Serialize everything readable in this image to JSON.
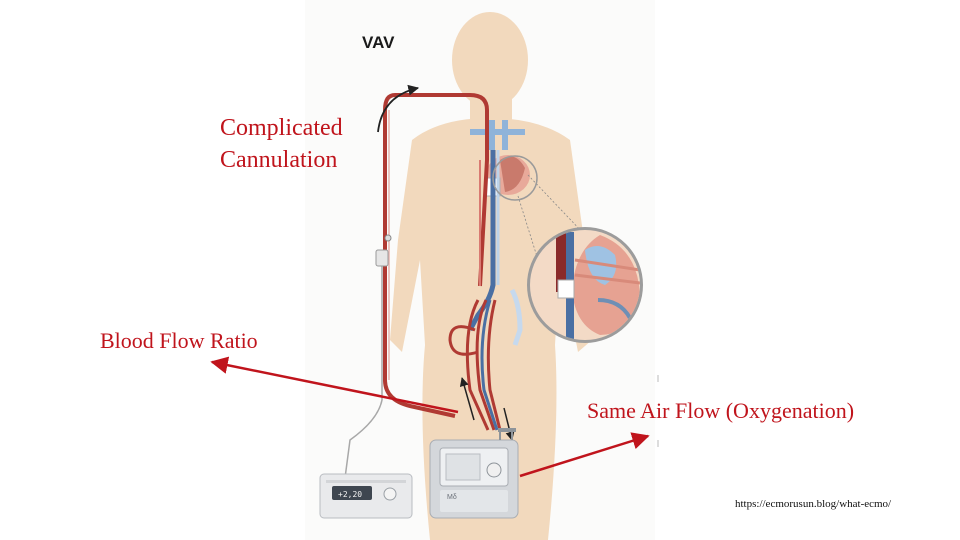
{
  "title": "VAV",
  "annotations": {
    "cannulation": "Complicated Cannulation",
    "blood_flow": "Blood Flow Ratio",
    "air_flow": "Same Air Flow (Oxygenation)"
  },
  "console_readout": "+2,20",
  "oxygenator_brand": "Mδ",
  "source": "https://ecmorusun.blog/what-ecmo/",
  "colors": {
    "accent": "#c0141c",
    "body": "#f2d9bd",
    "artery": "#a33a35",
    "vein": "#4a6fa3",
    "device": "#cfd2d6"
  },
  "icons": [
    "heart-icon",
    "magnifier-icon",
    "pump-console-icon",
    "oxygenator-icon"
  ]
}
